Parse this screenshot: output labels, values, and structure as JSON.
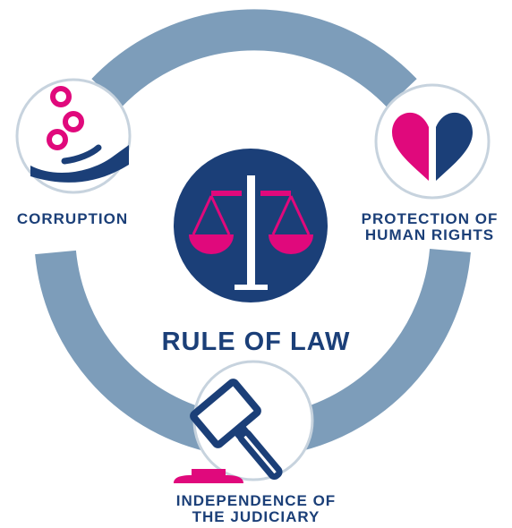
{
  "center": {
    "title": "RULE OF LAW",
    "icon": "scales-of-justice-icon"
  },
  "nodes": {
    "corruption": {
      "lines": [
        "CORRUPTION"
      ],
      "icon": "hand-with-coins-icon"
    },
    "human_rights": {
      "lines": [
        "PROTECTION OF",
        "HUMAN RIGHTS"
      ],
      "icon": "heart-icon"
    },
    "judiciary": {
      "lines": [
        "INDEPENDENCE OF",
        "THE JUDICIARY"
      ],
      "icon": "gavel-icon"
    }
  },
  "colors": {
    "navy": "#1b3f78",
    "magenta": "#e0097c",
    "ring": "#7d9dba",
    "circle_border": "#c7d3de"
  }
}
